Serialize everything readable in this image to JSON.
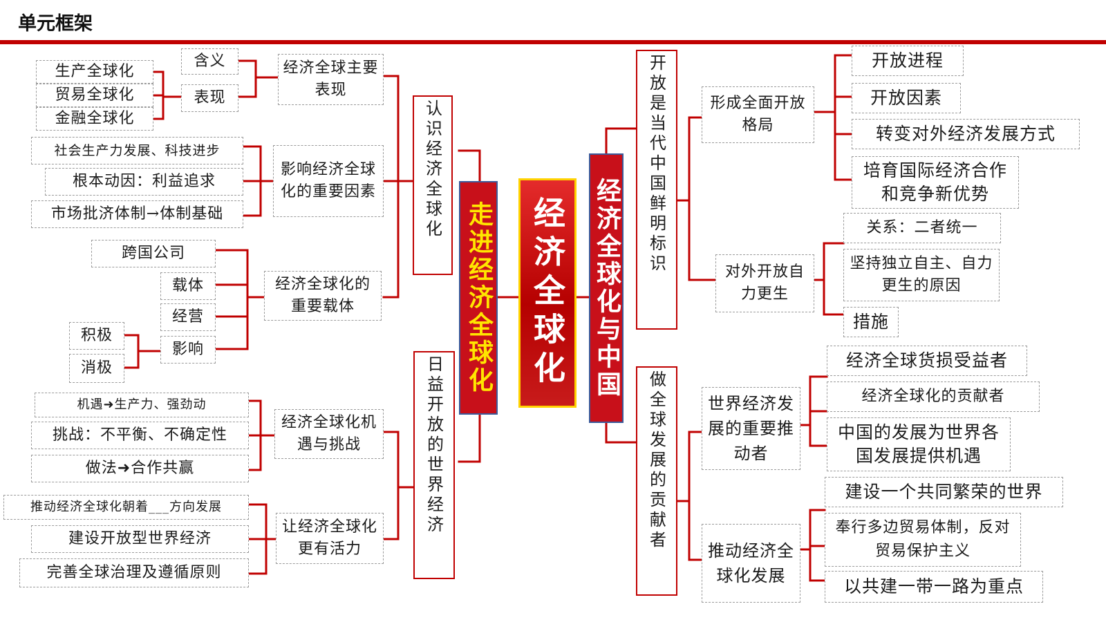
{
  "header": {
    "title": "单元框架"
  },
  "center": {
    "title": "经济全球化"
  },
  "left_branch": {
    "title": "走进经济全球化",
    "sections": [
      {
        "title": "认识经济全球化",
        "groups": [
          {
            "title": "经济全球主要表现",
            "subs": [
              {
                "label": "含义"
              },
              {
                "label": "表现",
                "leaves": [
                  "生产全球化",
                  "贸易全球化",
                  "金融全球化"
                ]
              }
            ]
          },
          {
            "title": "影响经济全球化的重要因素",
            "leaves": [
              "社会生产力发展、科技进步",
              "根本动因：利益追求",
              "市场批济体制→体制基础"
            ]
          },
          {
            "title": "经济全球化的重要载体",
            "subs": [
              {
                "label": "跨国公司"
              },
              {
                "label": "载体"
              },
              {
                "label": "经营"
              },
              {
                "label": "影响",
                "leaves": [
                  "积极",
                  "消极"
                ]
              }
            ]
          }
        ]
      },
      {
        "title": "日益开放的世界经济",
        "groups": [
          {
            "title": "经济全球化机遇与挑战",
            "leaves": [
              "机遇➜生产力、强劲动",
              "挑战：不平衡、不确定性",
              "做法➜合作共赢"
            ]
          },
          {
            "title": "让经济全球化更有活力",
            "leaves": [
              "推动经济全球化朝着___方向发展",
              "建设开放型世界经济",
              "完善全球治理及遵循原则"
            ]
          }
        ]
      }
    ]
  },
  "right_branch": {
    "title": "经济全球化与中国",
    "sections": [
      {
        "title": "开放是当代中国鲜明标识",
        "groups": [
          {
            "title": "形成全面开放格局",
            "leaves": [
              "开放进程",
              "开放因素",
              "转变对外经济发展方式",
              "培育国际经济合作和竞争新优势"
            ]
          },
          {
            "title": "对外开放自力更生",
            "leaves": [
              "关系：二者统一",
              "坚持独立自主、自力更生的原因",
              "措施"
            ]
          }
        ]
      },
      {
        "title": "做全球发展的贡献者",
        "groups": [
          {
            "title": "世界经济发展的重要推动者",
            "leaves": [
              "经济全球货损受益者",
              "经济全球化的贡献者",
              "中国的发展为世界各国发展提供机遇"
            ]
          },
          {
            "title": "推动经济全球化发展",
            "leaves": [
              "建设一个共同繁荣的世界",
              "奉行多边贸易体制，反对贸易保护主义",
              "以共建一带一路为重点"
            ]
          }
        ]
      }
    ]
  },
  "colors": {
    "accent": "#c00000",
    "branch_fill": "#c8101a",
    "center_border": "#ffd200",
    "left_branch_text": "#ffe600",
    "dashed_border": "#9a9a9a"
  }
}
